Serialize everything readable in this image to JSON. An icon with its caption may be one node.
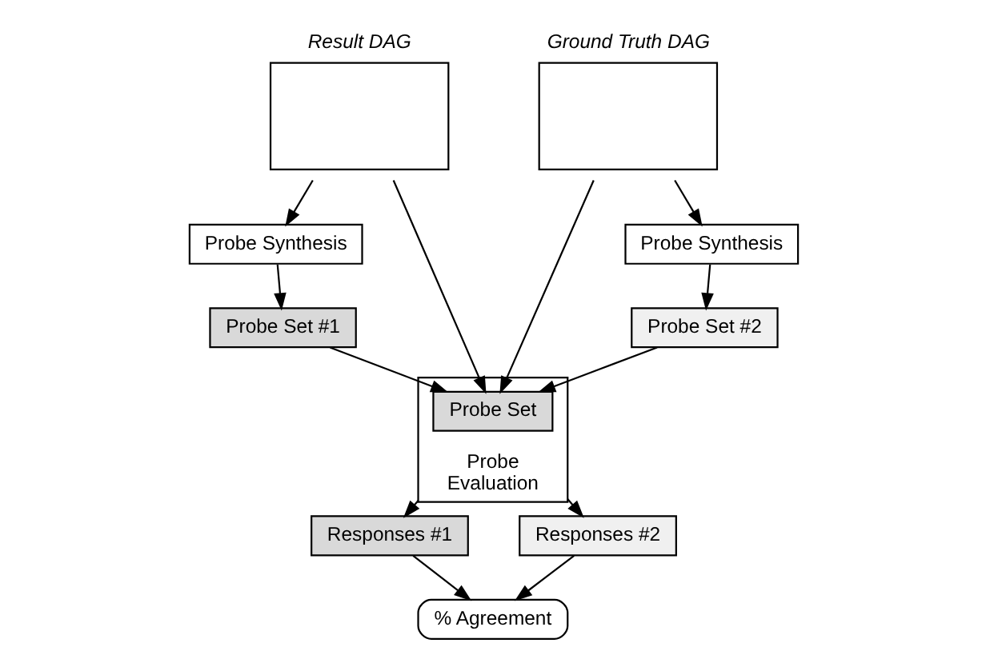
{
  "diagram": {
    "nodes": [
      {
        "text": [
          "Result DAG"
        ]
      },
      {
        "text": [
          "Ground Truth DAG"
        ]
      },
      {
        "text": [
          "Probe Synthesis"
        ]
      },
      {
        "text": [
          "Probe Set #1"
        ]
      },
      {
        "text": [
          "Probe Evaluation"
        ]
      },
      {
        "text": [
          "Probe Set"
        ],
        "in": 4
      },
      {
        "text": [
          "Probe Synthesis"
        ]
      },
      {
        "text": [
          "Probe Set #2"
        ]
      },
      {
        "text": [
          "Responses #1"
        ]
      },
      {
        "text": [
          "Responses #2"
        ]
      },
      {
        "text": [
          "% Agreement"
        ]
      }
    ],
    "edges": [
      {
        "from": 0,
        "to": 2,
        "arrow": "to"
      },
      {
        "from": 2,
        "to": 3,
        "arrow": "to"
      },
      {
        "from": 0,
        "to": 5,
        "arrow": "to"
      },
      {
        "from": 1,
        "to": 5,
        "arrow": "to"
      },
      {
        "from": 1,
        "to": 6,
        "arrow": "to"
      },
      {
        "from": 6,
        "to": 7,
        "arrow": "to"
      },
      {
        "from": 3,
        "to": 5,
        "arrow": "to"
      },
      {
        "from": 7,
        "to": 5,
        "arrow": "to"
      },
      {
        "from": 4,
        "to": 8,
        "arrow": "to"
      },
      {
        "from": 4,
        "to": 9,
        "arrow": "to"
      },
      {
        "from": 8,
        "to": 10,
        "arrow": "to"
      },
      {
        "from": 9,
        "to": 10,
        "arrow": "to"
      }
    ]
  }
}
